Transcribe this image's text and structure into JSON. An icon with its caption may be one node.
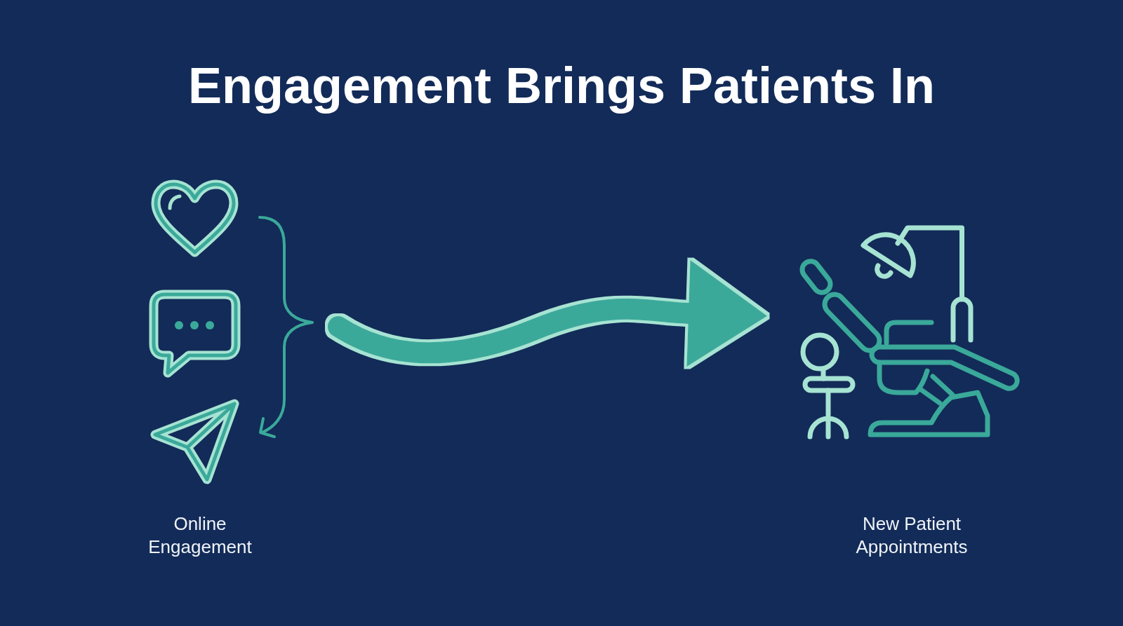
{
  "diagram": {
    "title": "Engagement Brings Patients In",
    "nodes": [
      {
        "text": [
          "Online Engagement"
        ]
      },
      {
        "text": [
          "New Patient Appointments"
        ]
      }
    ],
    "edges": [
      {
        "from": 0,
        "to": 1,
        "arrow": "to"
      }
    ]
  }
}
